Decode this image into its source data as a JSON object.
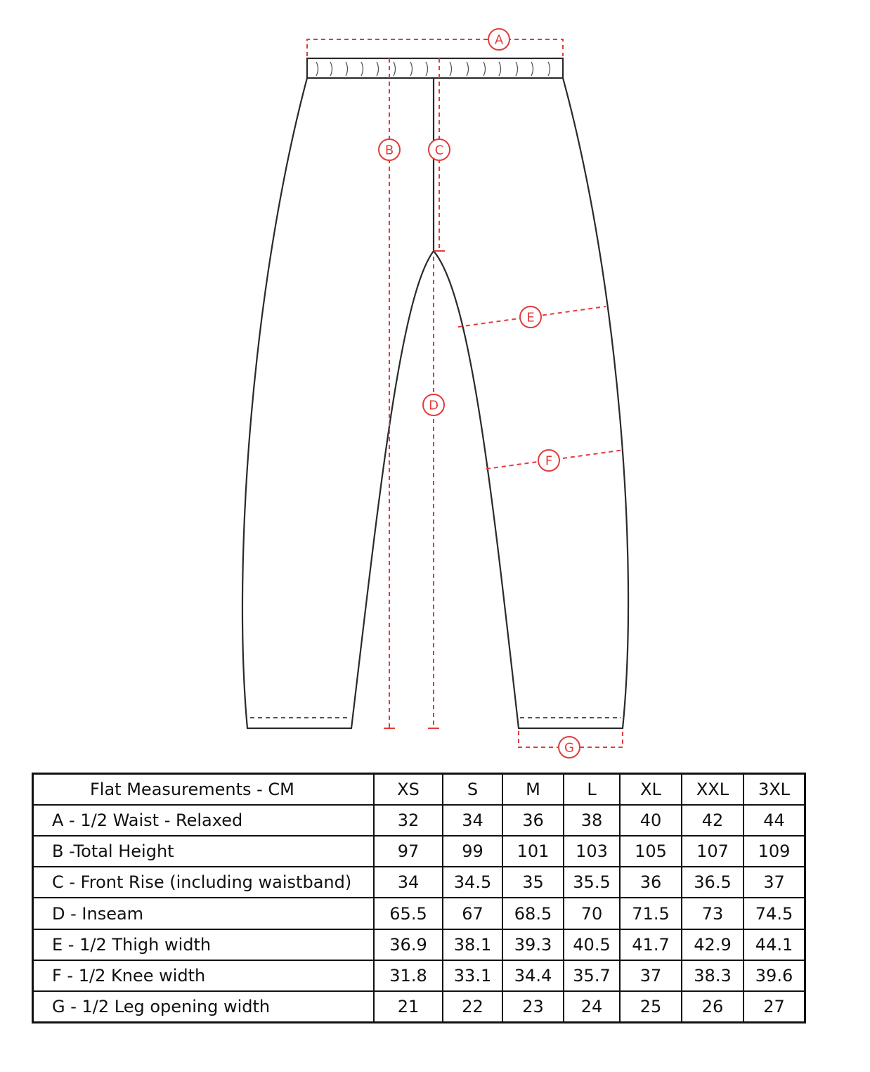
{
  "diagram": {
    "markers": {
      "a": "A",
      "b": "B",
      "c": "C",
      "d": "D",
      "e": "E",
      "f": "F",
      "g": "G"
    },
    "colors": {
      "measure_line": "#e23b3b",
      "outline": "#2a2a2a"
    }
  },
  "table": {
    "header": {
      "title": "Flat Measurements - CM",
      "sizes": [
        "XS",
        "S",
        "M",
        "L",
        "XL",
        "XXL",
        "3XL"
      ]
    },
    "rows": [
      {
        "label": "A - 1/2 Waist - Relaxed",
        "values": [
          "32",
          "34",
          "36",
          "38",
          "40",
          "42",
          "44"
        ]
      },
      {
        "label": "B -Total Height",
        "values": [
          "97",
          "99",
          "101",
          "103",
          "105",
          "107",
          "109"
        ]
      },
      {
        "label": "C - Front Rise (including waistband)",
        "values": [
          "34",
          "34.5",
          "35",
          "35.5",
          "36",
          "36.5",
          "37"
        ]
      },
      {
        "label": "D - Inseam",
        "values": [
          "65.5",
          "67",
          "68.5",
          "70",
          "71.5",
          "73",
          "74.5"
        ]
      },
      {
        "label": "E - 1/2 Thigh width",
        "values": [
          "36.9",
          "38.1",
          "39.3",
          "40.5",
          "41.7",
          "42.9",
          "44.1"
        ]
      },
      {
        "label": "F - 1/2 Knee width",
        "values": [
          "31.8",
          "33.1",
          "34.4",
          "35.7",
          "37",
          "38.3",
          "39.6"
        ]
      },
      {
        "label": "G - 1/2 Leg opening width",
        "values": [
          "21",
          "22",
          "23",
          "24",
          "25",
          "26",
          "27"
        ]
      }
    ]
  }
}
